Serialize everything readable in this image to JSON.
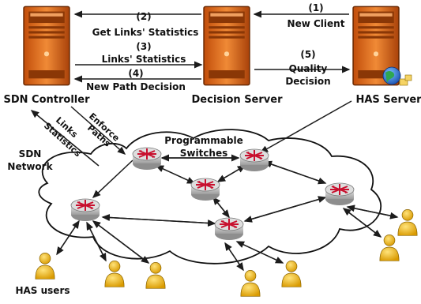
{
  "nodes": {
    "sdn_controller": "SDN Controller",
    "decision_server": "Decision Server",
    "has_server": "HAS Server",
    "network_label": [
      "SDN",
      "Network"
    ],
    "switches_label": [
      "Programmable",
      "Switches"
    ],
    "users_label": "HAS users"
  },
  "messages": {
    "m1": [
      "(1)",
      "New Client"
    ],
    "m2": [
      "(2)",
      "Get Links' Statistics"
    ],
    "m3": [
      "(3)",
      "Links' Statistics"
    ],
    "m4": [
      "(4)",
      "New Path Decision"
    ],
    "m5": [
      "(5)",
      "Quality",
      "Decision"
    ],
    "enforce": [
      "Enforce",
      "Paths"
    ],
    "links": [
      "Links",
      "Statistics"
    ]
  },
  "colors": {
    "server_orange": "#e8701f",
    "server_dark": "#7a2e05",
    "switch_gray": "#cfcfcf",
    "switch_red": "#c8102e",
    "user_yellow": "#f2b705",
    "arrow": "#1c1c1c"
  },
  "icons": [
    "server-icon",
    "globe-icon",
    "router-icon",
    "user-icon"
  ]
}
